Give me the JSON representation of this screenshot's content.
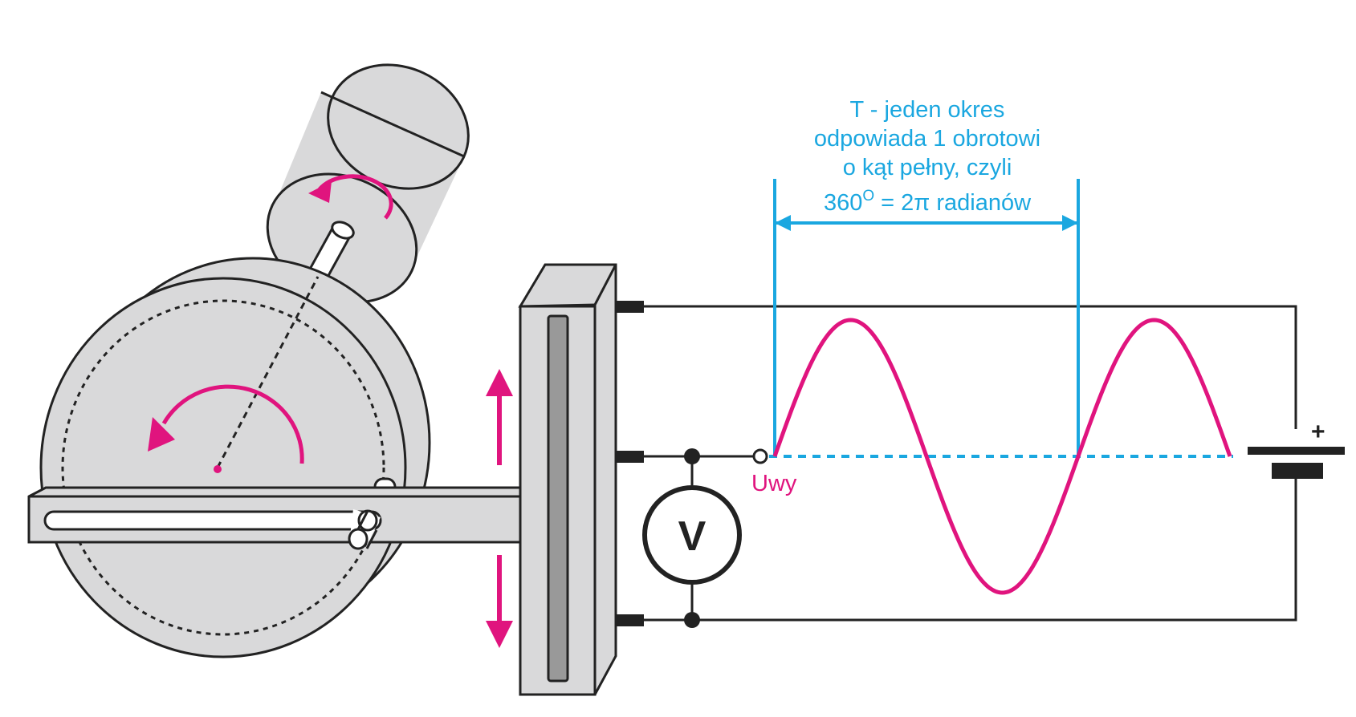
{
  "annotation": {
    "line1": "T - jeden okres",
    "line2": "odpowiada 1 obrotowi",
    "line3": "o kąt pełny, czyli",
    "line4_number": "360",
    "line4_superscript": "O",
    "line4_rest": " = 2π radianów"
  },
  "output_label": "Uwy",
  "voltmeter_symbol": "V",
  "battery_plus": "+",
  "colors": {
    "accent_magenta": "#e0147e",
    "annotation_blue": "#1aa7e0",
    "outline": "#222222",
    "part_fill": "#d9d9da"
  },
  "icons": {
    "rotation_arrows": "curved-arrow-icon",
    "motion_arrows": "double-arrow-icon"
  },
  "chart_data": {
    "type": "line",
    "title": "",
    "xlabel": "",
    "ylabel": "",
    "series": [
      {
        "values": [
          0,
          1,
          0,
          -1,
          0,
          1,
          0
        ]
      }
    ],
    "periods_shown": 1.5,
    "grid": false
  }
}
